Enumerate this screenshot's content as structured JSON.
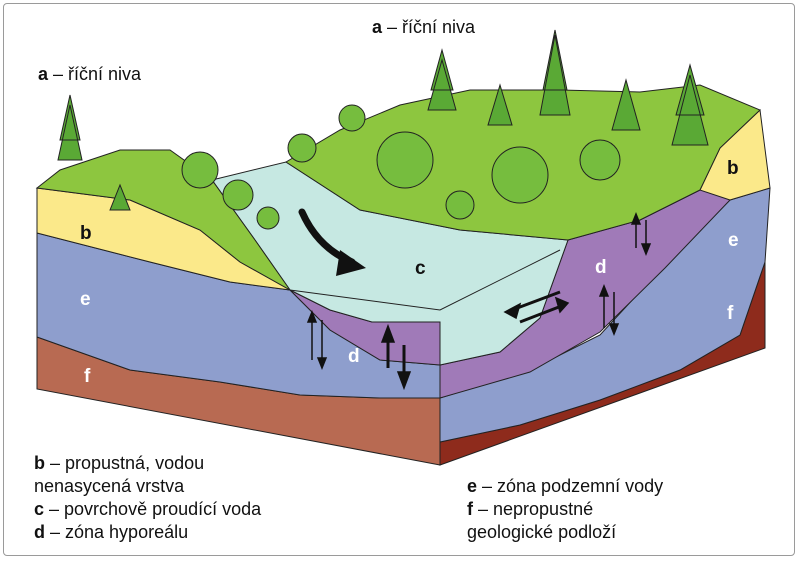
{
  "labels": {
    "a_top": {
      "key": "a",
      "text": " – říční niva"
    },
    "a_left": {
      "key": "a",
      "text": " – říční niva"
    },
    "zones": {
      "b": "b",
      "c": "c",
      "d": "d",
      "e": "e",
      "f": "f"
    }
  },
  "legend_left": [
    {
      "key": "b",
      "line1": " – propustná, vodou",
      "line2": "nenasycená vrstva"
    },
    {
      "key": "c",
      "line1": " – povrchově proudící voda"
    },
    {
      "key": "d",
      "line1": " – zóna hyporeálu"
    }
  ],
  "legend_right": [
    {
      "key": "e",
      "line1": " – zóna podzemní vody"
    },
    {
      "key": "f",
      "line1": " – nepropustné",
      "line2": "geologické podloží"
    }
  ],
  "colors": {
    "meadow": "#8dc63f",
    "unsaturated": "#fbe98a",
    "groundwater": "#8e9ecd",
    "hyporheic": "#a07ab8",
    "water": "#c6e8e2",
    "bedrock_front": "#b86a52",
    "bedrock_side": "#8e2b1c",
    "tree_conifer": "#5aa935",
    "tree_leaf": "#76bd3e"
  }
}
